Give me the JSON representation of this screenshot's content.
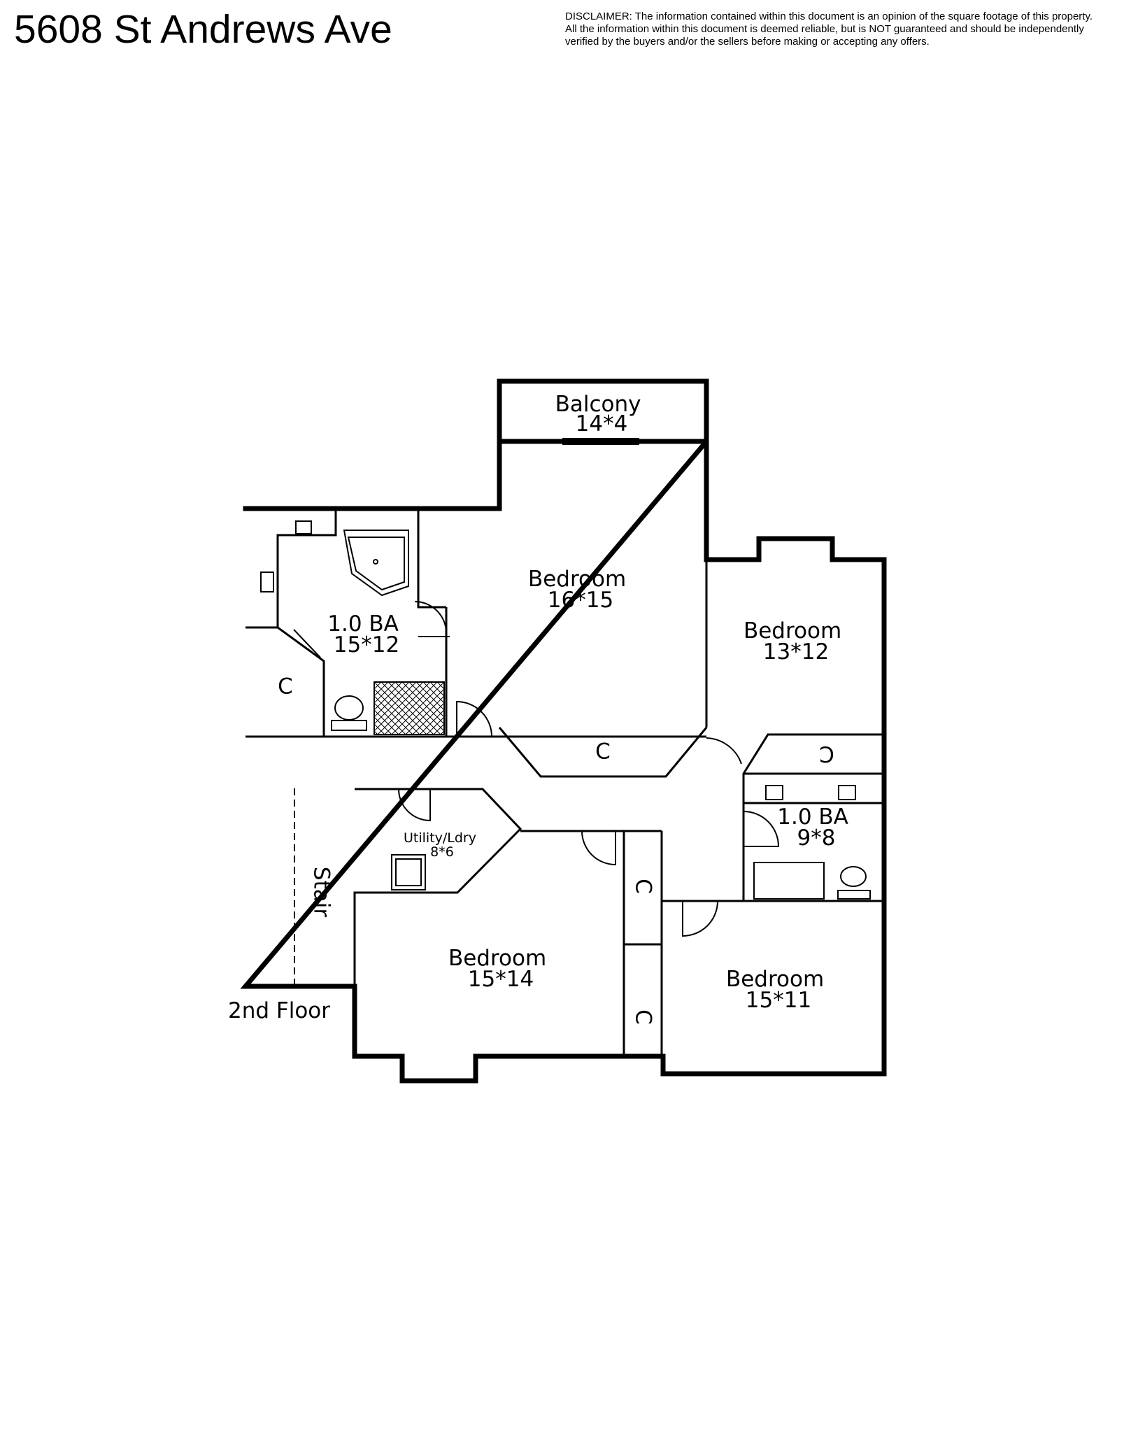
{
  "header": {
    "address": "5608 St Andrews Ave",
    "disclaimer_lines": [
      "DISCLAIMER: The information contained within this document is an opinion of the square footage of this property.",
      "All the information within this document is deemed reliable, but is NOT guaranteed and should be independently",
      "verified by the buyers and/or the sellers before making or accepting any offers."
    ]
  },
  "floor_label": "2nd Floor",
  "rooms": {
    "balcony": {
      "name": "Balcony",
      "dims": "14*4"
    },
    "master_bedroom": {
      "name": "Bedroom",
      "dims": "16*15"
    },
    "bedroom_east": {
      "name": "Bedroom",
      "dims": "13*12"
    },
    "master_bath": {
      "name": "1.0 BA",
      "dims": "15*12"
    },
    "hall_bath": {
      "name": "1.0 BA",
      "dims": "9*8"
    },
    "utility": {
      "name": "Utility/Ldry",
      "dims": "8*6"
    },
    "bedroom_southwest": {
      "name": "Bedroom",
      "dims": "15*14"
    },
    "bedroom_southeast": {
      "name": "Bedroom",
      "dims": "15*11"
    },
    "stair": {
      "name": "Stair"
    }
  },
  "closet_label": "C"
}
